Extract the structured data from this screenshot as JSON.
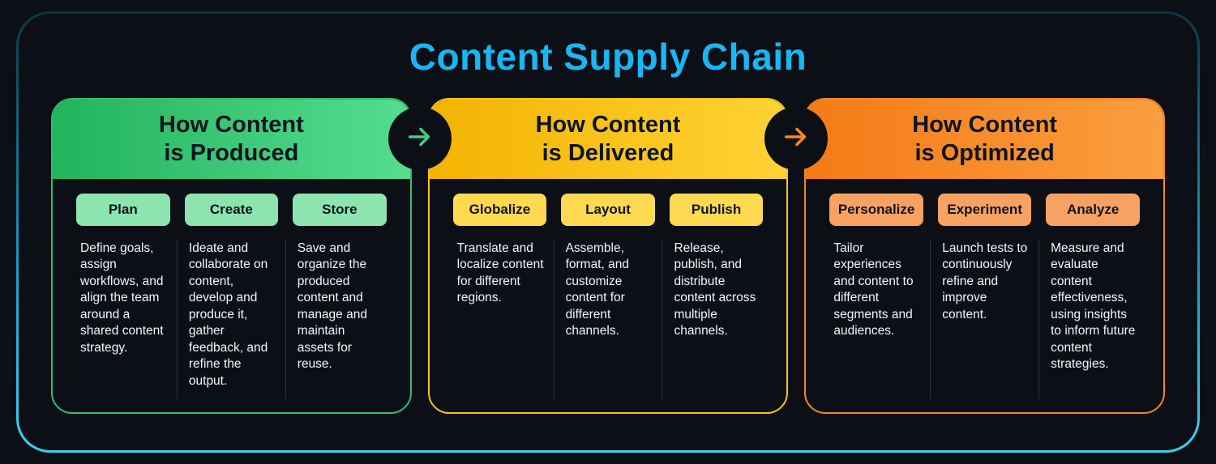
{
  "title": "Content Supply Chain",
  "theme": {
    "background": "#0c1016",
    "frame_border_top": "#0d3644",
    "frame_border_bottom": "#3bd0f5",
    "title_color": "#18b7f3",
    "divider_color": "#2a3140",
    "body_text_color": "#f4f6f8",
    "header_text_color": "#0d1420"
  },
  "arrows": [
    {
      "name": "produced-to-delivered",
      "color": "#3ecf7e"
    },
    {
      "name": "delivered-to-optimized",
      "color": "#f6891f"
    }
  ],
  "sections": [
    {
      "title_line1": "How Content",
      "title_line2": "is Produced",
      "accent": "#2fc06c",
      "header_gradient_start": "#23b35d",
      "header_gradient_end": "#55dd90",
      "pill_bg": "#8ce4ae",
      "columns": [
        {
          "label": "Plan",
          "description": "Define goals, assign workflows, and align the team around a shared content strategy."
        },
        {
          "label": "Create",
          "description": "Ideate and collaborate on content, develop and produce it, gather feedback, and refine the output."
        },
        {
          "label": "Store",
          "description": "Save and organize the produced content and manage and maintain assets for reuse."
        }
      ]
    },
    {
      "title_line1": "How Content",
      "title_line2": "is Delivered",
      "accent": "#f6c51a",
      "header_gradient_start": "#f3b300",
      "header_gradient_end": "#ffd335",
      "pill_bg": "#ffd94f",
      "columns": [
        {
          "label": "Globalize",
          "description": "Translate and localize content for different regions."
        },
        {
          "label": "Layout",
          "description": "Assemble, format, and customize content for different channels."
        },
        {
          "label": "Publish",
          "description": "Release, publish, and distribute content across multiple channels."
        }
      ]
    },
    {
      "title_line1": "How Content",
      "title_line2": "is Optimized",
      "accent": "#f6871e",
      "header_gradient_start": "#f37b16",
      "header_gradient_end": "#fb9e3f",
      "pill_bg": "#f7a163",
      "columns": [
        {
          "label": "Personalize",
          "description": "Tailor experiences and content to different segments and audiences."
        },
        {
          "label": "Experiment",
          "description": "Launch tests to continuously refine and improve content."
        },
        {
          "label": "Analyze",
          "description": "Measure and evaluate content effectiveness, using insights to inform future content strategies."
        }
      ]
    }
  ]
}
